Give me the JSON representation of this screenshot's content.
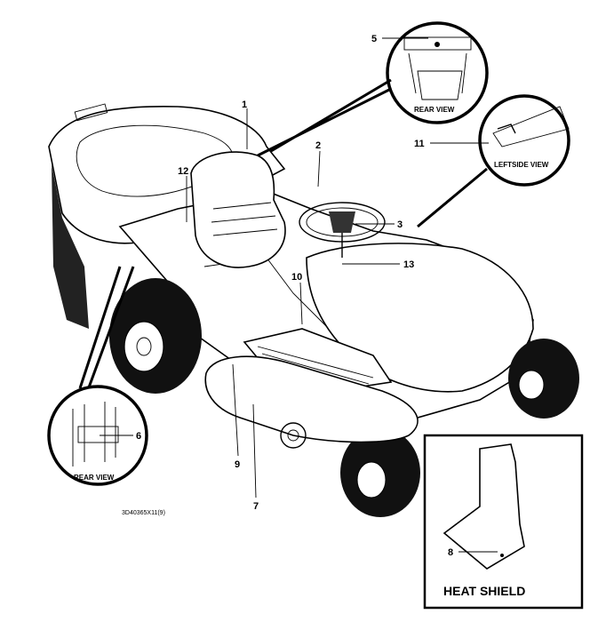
{
  "callouts": {
    "c1": "1",
    "c2": "2",
    "c3": "3",
    "c5": "5",
    "c6": "6",
    "c7": "7",
    "c8": "8",
    "c9": "9",
    "c10": "10",
    "c11": "11",
    "c12": "12",
    "c13": "13"
  },
  "insets": {
    "rear_view_top": "REAR VIEW",
    "leftside_view": "LEFTSIDE VIEW",
    "rear_view_bottom": "REAR VIEW",
    "heat_shield": "HEAT SHIELD"
  },
  "part_code": "3D40365X11(9)",
  "icons": [
    "riding-mower-illustration",
    "grass-bag",
    "seat",
    "steering-wheel",
    "heat-shield-plate"
  ]
}
